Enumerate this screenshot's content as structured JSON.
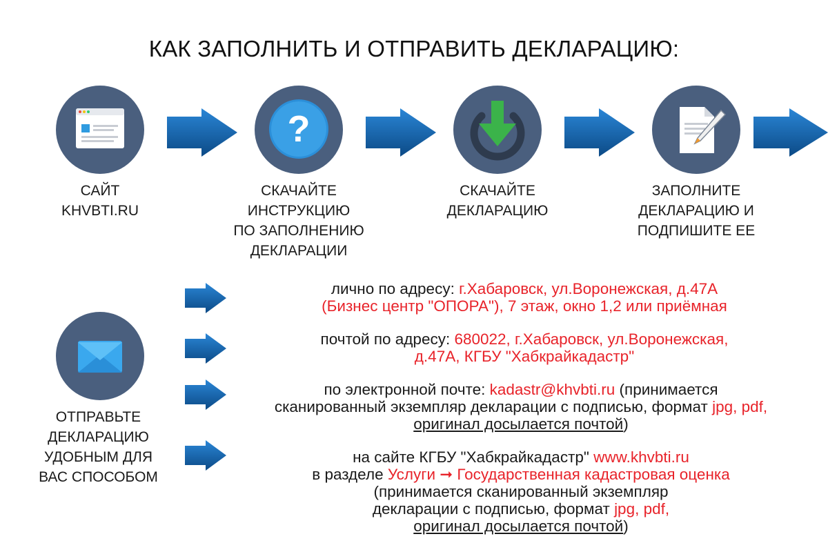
{
  "title": "КАК ЗАПОЛНИТЬ И ОТПРАВИТЬ ДЕКЛАРАЦИЮ:",
  "steps": [
    {
      "icon": "browser-window-icon",
      "label": "САЙТ\nKHVBTI.RU"
    },
    {
      "icon": "question-mark-icon",
      "label": "СКАЧАЙТЕ\nИНСТРУКЦИЮ\nПО ЗАПОЛНЕНИЮ\nДЕКЛАРАЦИИ"
    },
    {
      "icon": "download-icon",
      "label": "СКАЧАЙТЕ\nДЕКЛАРАЦИЮ"
    },
    {
      "icon": "document-pen-icon",
      "label": "ЗАПОЛНИТЕ\nДЕКЛАРАЦИЮ И\nПОДПИШИТЕ ЕЕ"
    }
  ],
  "send": {
    "icon": "envelope-icon",
    "label": "ОТПРАВЬТЕ\nДЕКЛАРАЦИЮ\nУДОБНЫМ ДЛЯ\nВАС СПОСОБОМ"
  },
  "methods": {
    "in_person": {
      "prefix": "лично по адресу: ",
      "address_1": "г.Хабаровск, ул.Воронежская, д.47А",
      "address_2": "(Бизнес центр \"ОПОРА\"), 7 этаж, окно 1,2 или приёмная"
    },
    "post": {
      "prefix": "почтой по адресу: ",
      "address_1": "680022, г.Хабаровск, ул.Воронежская,",
      "address_2": "д.47А, КГБУ \"Хабкрайкадастр\""
    },
    "email": {
      "prefix": "по электронной почте: ",
      "email": "kadastr@khvbti.ru",
      "note_1": " (принимается",
      "note_2": "сканированный экземпляр декларации с подписью, формат ",
      "formats": "jpg, pdf,",
      "original": "оригинал досылается почтой",
      "close": ")"
    },
    "website": {
      "prefix": "на сайте КГБУ \"Хабкрайкадастр\" ",
      "url": "www.khvbti.ru",
      "section_prefix": "в разделе ",
      "section": "Услуги ➞ Государственная кадастровая оценка",
      "note_1": "(принимается сканированный экземпляр",
      "note_2": "декларации с подписью, формат ",
      "formats": "jpg, pdf,",
      "original": "оригинал досылается почтой",
      "close": ")"
    }
  },
  "colors": {
    "circle": "#4a5f7e",
    "arrow_light": "#1f78c8",
    "arrow_dark": "#0d4f8b",
    "highlight": "#e8232a"
  }
}
